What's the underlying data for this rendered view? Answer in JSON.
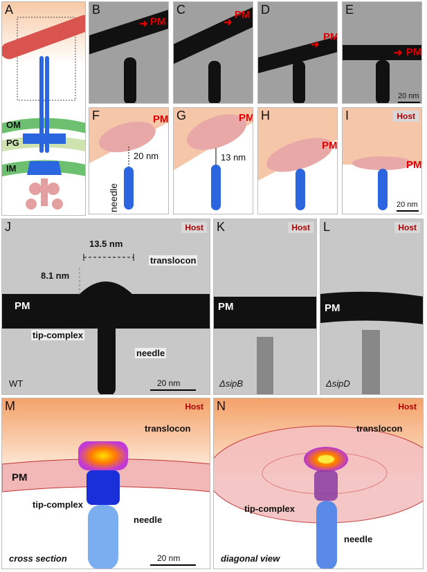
{
  "panel_letters": {
    "A": "A",
    "B": "B",
    "C": "C",
    "D": "D",
    "E": "E",
    "F": "F",
    "G": "G",
    "H": "H",
    "I": "I",
    "J": "J",
    "K": "K",
    "L": "L",
    "M": "M",
    "N": "N"
  },
  "labels": {
    "PM": "PM",
    "OM": "OM",
    "PG": "PG",
    "IM": "IM",
    "Host": "Host",
    "needle": "needle",
    "translocon": "translocon",
    "tip_complex": "tip-complex",
    "dist_20nm": "20 nm",
    "dist_13nm": "13 nm",
    "width_13_5": "13.5 nm",
    "height_8_1": "8.1 nm",
    "scale_20nm": "20 nm",
    "WT": "WT",
    "sipB": "ΔsipB",
    "sipD": "ΔsipD",
    "cross_section": "cross section",
    "diagonal_view": "diagonal view"
  },
  "colors": {
    "pm_red": "#d00000",
    "needle_blue": "#2b66e0",
    "membrane_green": "#5cb85c",
    "host_orange": "#f5b88a"
  }
}
